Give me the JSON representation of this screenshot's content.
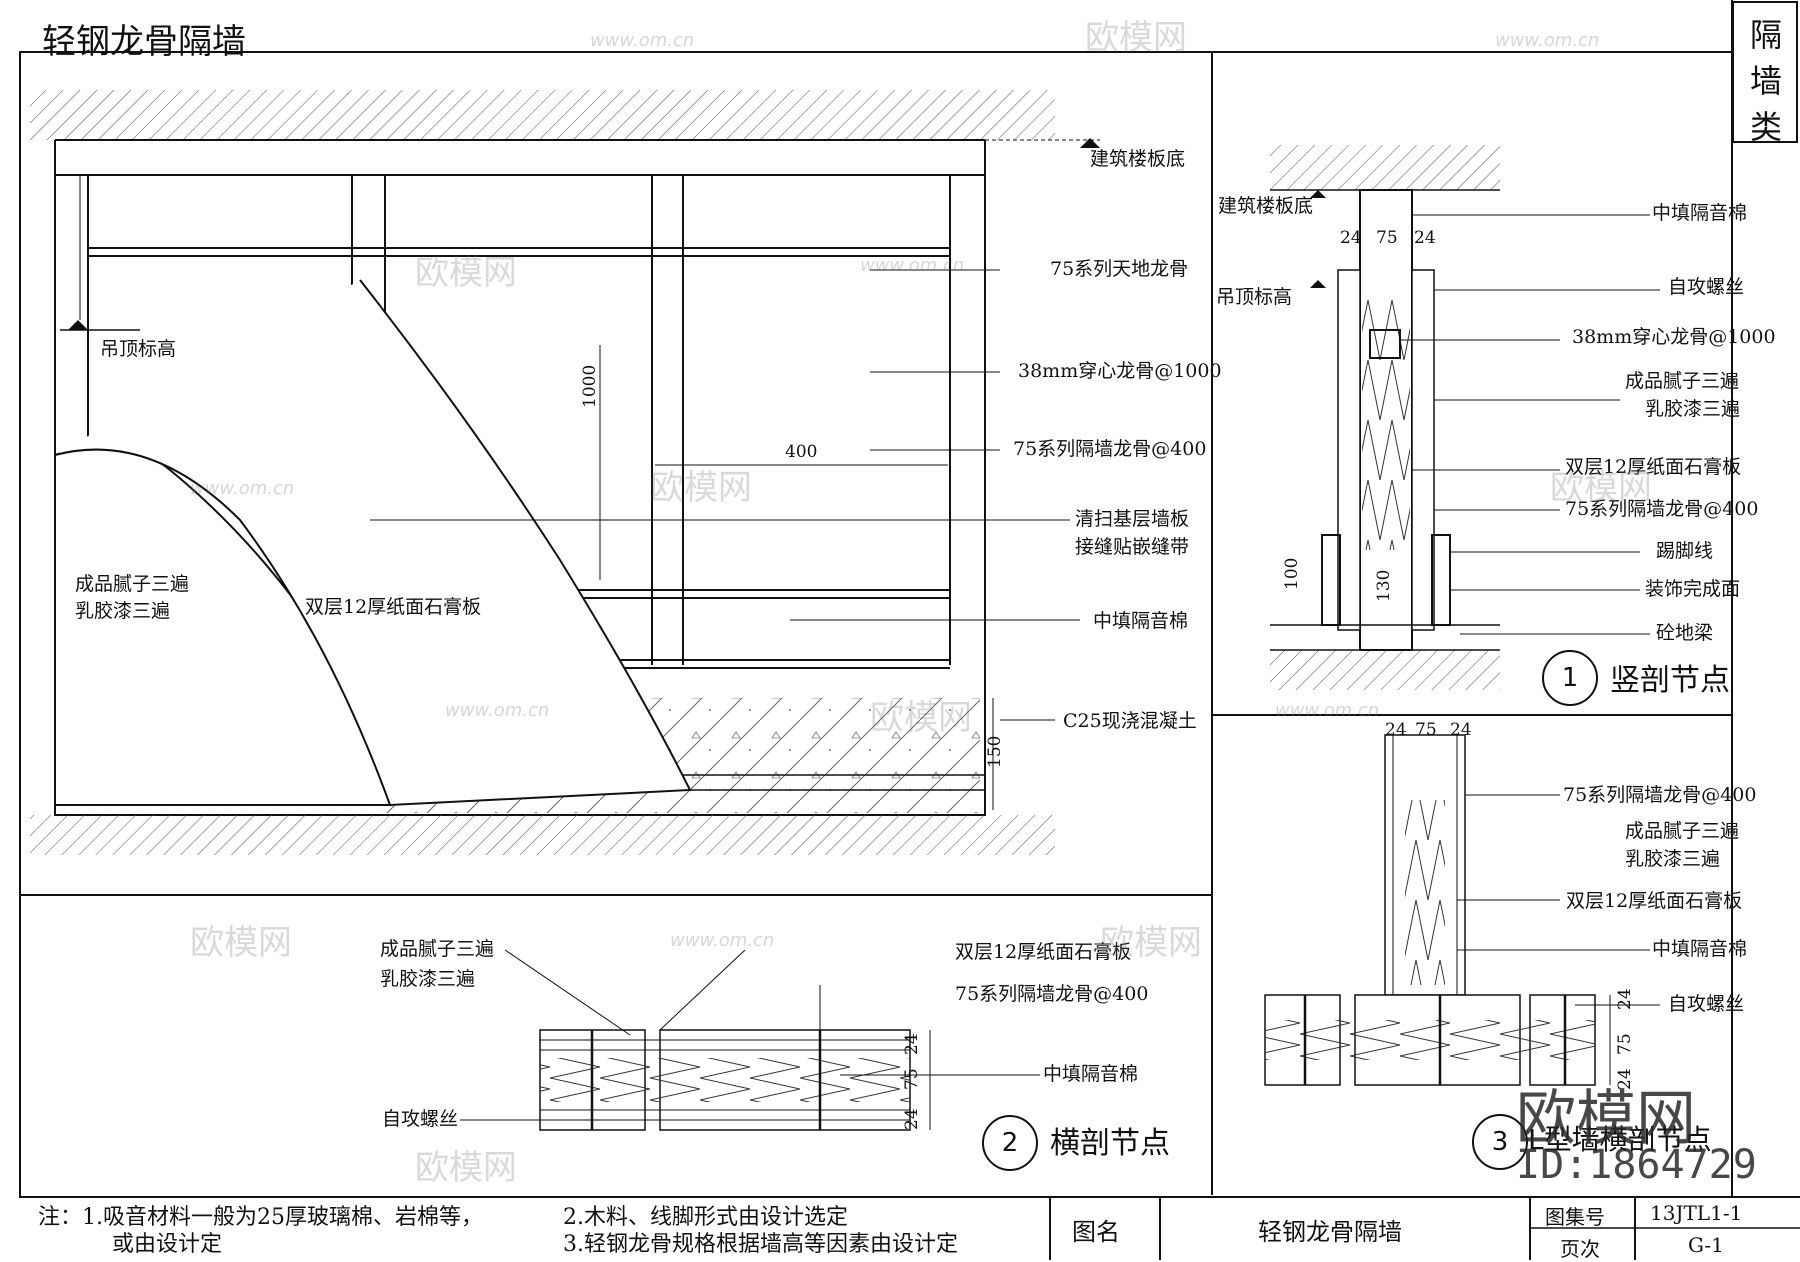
{
  "title": "轻钢龙骨隔墙",
  "side_tab": [
    "隔",
    "墙",
    "类"
  ],
  "elevation": {
    "labels": {
      "floor_bottom": "建筑楼板底",
      "track": "75系列天地龙骨",
      "channel": "38mm穿心龙骨@1000",
      "stud": "75系列隔墙龙骨@400",
      "clean_1": "清扫基层墙板",
      "clean_2": "接缝贴嵌缝带",
      "insulation": "中填隔音棉",
      "concrete": "C25现浇混凝土",
      "ceiling": "吊顶标高",
      "putty_1": "成品腻子三遍",
      "putty_2": "乳胶漆三遍",
      "gypsum": "双层12厚纸面石膏板"
    },
    "dims": {
      "d1000": "1000",
      "d400": "400",
      "d150": "150"
    }
  },
  "node1": {
    "num": "1",
    "name": "竖剖节点",
    "labels": {
      "floor_bottom": "建筑楼板底",
      "ceiling": "吊顶标高",
      "insulation": "中填隔音棉",
      "screw": "自攻螺丝",
      "channel": "38mm穿心龙骨@1000",
      "putty_1": "成品腻子三遍",
      "putty_2": "乳胶漆三遍",
      "gypsum": "双层12厚纸面石膏板",
      "stud": "75系列隔墙龙骨@400",
      "skirting": "踢脚线",
      "finish": "装饰完成面",
      "beam": "砼地梁"
    },
    "dims": {
      "a": "24",
      "b": "75",
      "c": "24",
      "h100": "100",
      "h130": "130"
    }
  },
  "node2": {
    "num": "2",
    "name": "横剖节点",
    "labels": {
      "putty_1": "成品腻子三遍",
      "putty_2": "乳胶漆三遍",
      "gypsum": "双层12厚纸面石膏板",
      "stud": "75系列隔墙龙骨@400",
      "insulation": "中填隔音棉",
      "screw": "自攻螺丝"
    },
    "dims": {
      "a": "24",
      "b": "75",
      "c": "24"
    }
  },
  "node3": {
    "num": "3",
    "name": "L型墙横剖节点",
    "labels": {
      "stud": "75系列隔墙龙骨@400",
      "putty_1": "成品腻子三遍",
      "putty_2": "乳胶漆三遍",
      "gypsum": "双层12厚纸面石膏板",
      "insulation": "中填隔音棉",
      "screw": "自攻螺丝"
    },
    "dims": {
      "a": "24",
      "b": "75",
      "c": "24",
      "v1": "24",
      "v2": "75",
      "v3": "24"
    }
  },
  "notes": {
    "n1a": "注：1.吸音材料一般为25厚玻璃棉、岩棉等，",
    "n1b": "或由设计定",
    "n2": "2.木料、线脚形式由设计选定",
    "n3": "3.轻钢龙骨规格根据墙高等因素由设计定"
  },
  "titleblock": {
    "name_label": "图名",
    "name_value": "轻钢龙骨隔墙",
    "atlas_label": "图集号",
    "atlas_value": "13JTL1-1",
    "page_label": "页次",
    "page_value": "G-1"
  },
  "watermark": {
    "brand": "欧模网",
    "url": "www.om.cn",
    "id": "ID:1864729"
  }
}
